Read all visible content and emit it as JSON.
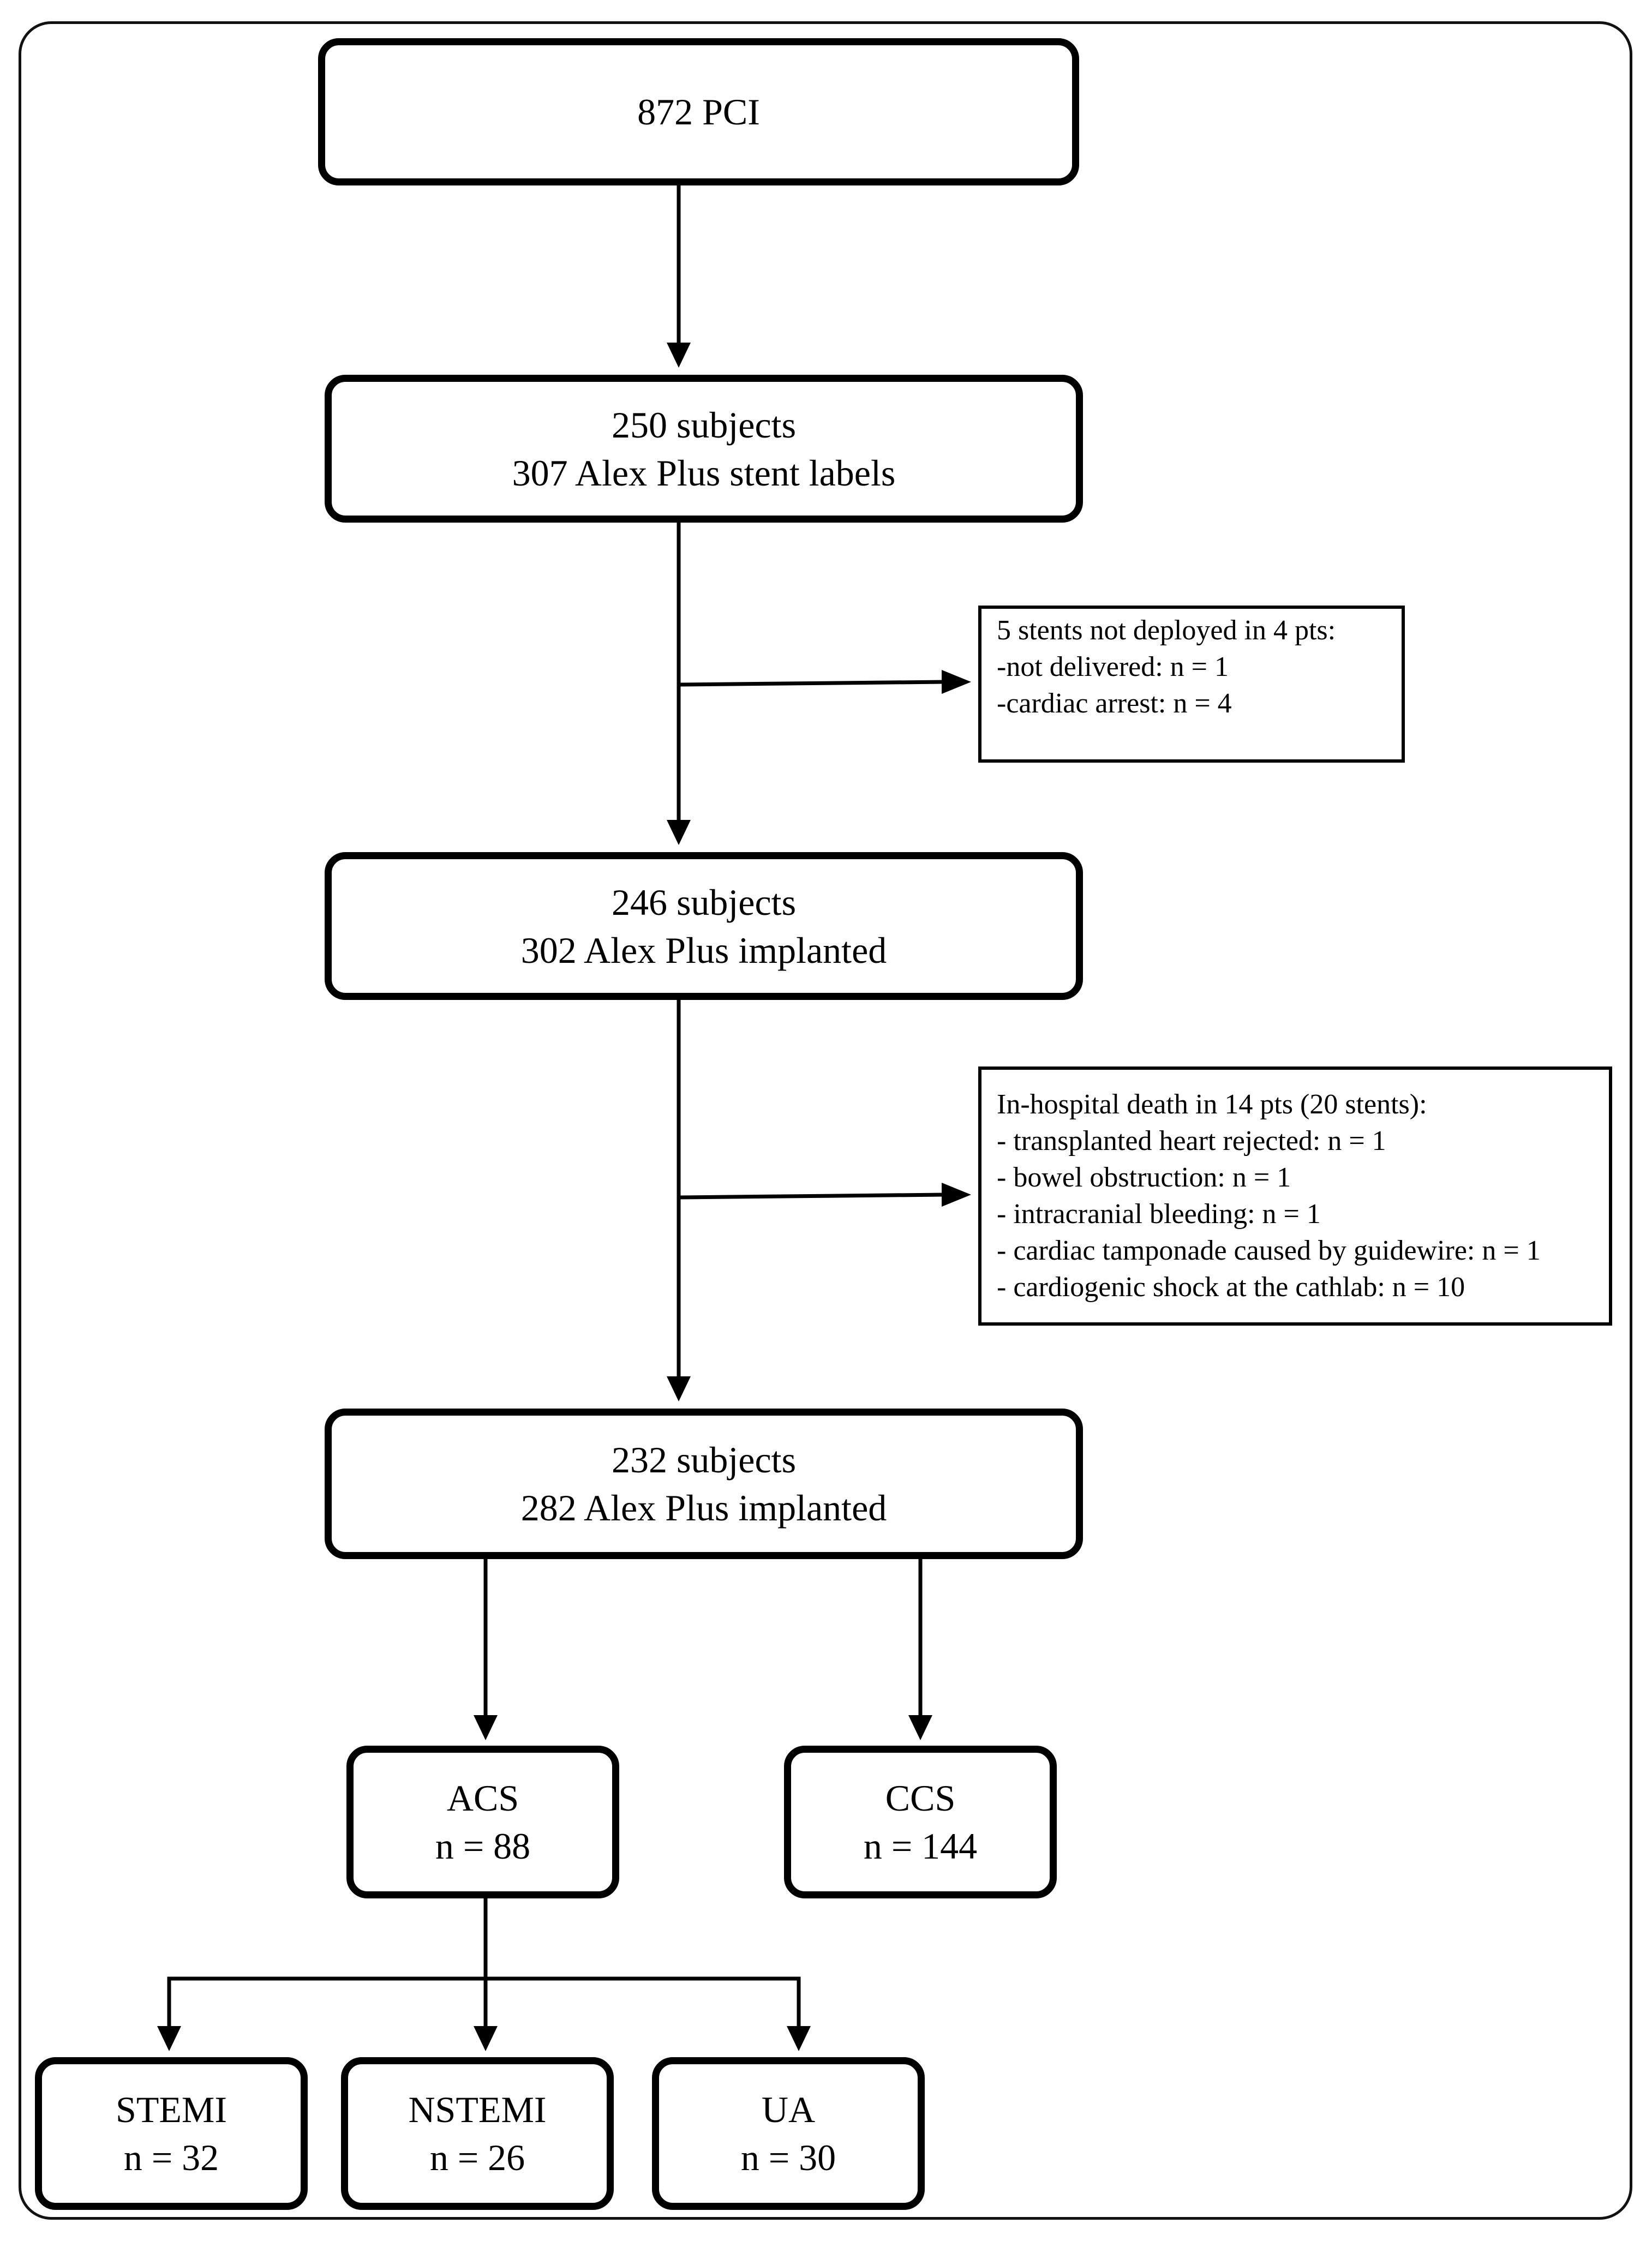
{
  "boxes": {
    "pci": {
      "line1": "872 PCI"
    },
    "enrolled": {
      "line1": "250 subjects",
      "line2": "307 Alex Plus stent labels"
    },
    "implanted": {
      "line1": "246 subjects",
      "line2": "302 Alex Plus implanted"
    },
    "final": {
      "line1": "232 subjects",
      "line2": "282 Alex Plus implanted"
    },
    "acs": {
      "line1": "ACS",
      "line2": "n = 88"
    },
    "ccs": {
      "line1": "CCS",
      "line2": "n = 144"
    },
    "stemi": {
      "line1": "STEMI",
      "line2": "n = 32"
    },
    "nstemi": {
      "line1": "NSTEMI",
      "line2": "n = 26"
    },
    "ua": {
      "line1": "UA",
      "line2": "n = 30"
    }
  },
  "exclusions": {
    "not_deployed": {
      "title": "5 stents not deployed in 4 pts:",
      "items": [
        "-not delivered: n = 1",
        "-cardiac arrest: n = 4"
      ]
    },
    "in_hospital_death": {
      "title": "In-hospital death in 14 pts (20 stents):",
      "items": [
        "- transplanted heart rejected: n = 1",
        "- bowel obstruction: n = 1",
        "- intracranial bleeding: n = 1",
        "- cardiac tamponade caused by guidewire: n = 1",
        "- cardiogenic shock at the cathlab: n = 10"
      ]
    }
  }
}
